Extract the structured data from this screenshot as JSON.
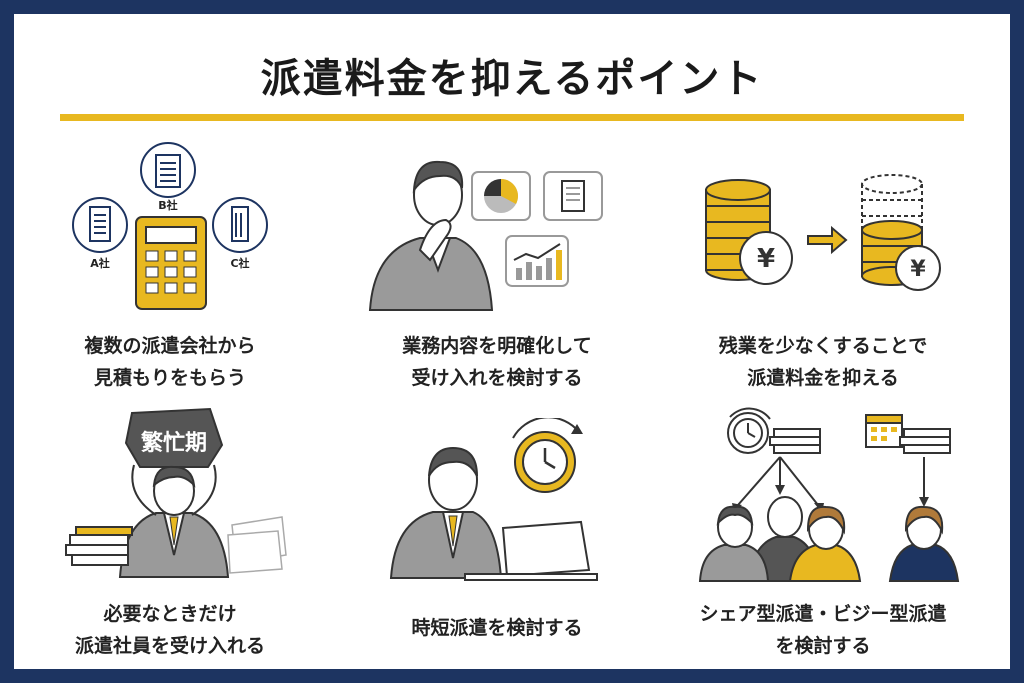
{
  "title": "派遣料金を抑えるポイント",
  "colors": {
    "navy": "#1d3461",
    "gold": "#e8b820",
    "gray": "#9a9a9a"
  },
  "points": [
    {
      "lines": [
        "複数の派遣会社から",
        "見積もりをもらう"
      ],
      "labels": {
        "a": "A社",
        "b": "B社",
        "c": "C社"
      }
    },
    {
      "lines": [
        "業務内容を明確化して",
        "受け入れを検討する"
      ]
    },
    {
      "lines": [
        "残業を少なくすることで",
        "派遣料金を抑える"
      ],
      "yen": "¥"
    },
    {
      "lines": [
        "必要なときだけ",
        "派遣社員を受け入れる"
      ],
      "rock": "繁忙期"
    },
    {
      "lines": [
        "時短派遣を検討する"
      ]
    },
    {
      "lines": [
        "シェア型派遣・ビジー型派遣",
        "を検討する"
      ]
    }
  ]
}
